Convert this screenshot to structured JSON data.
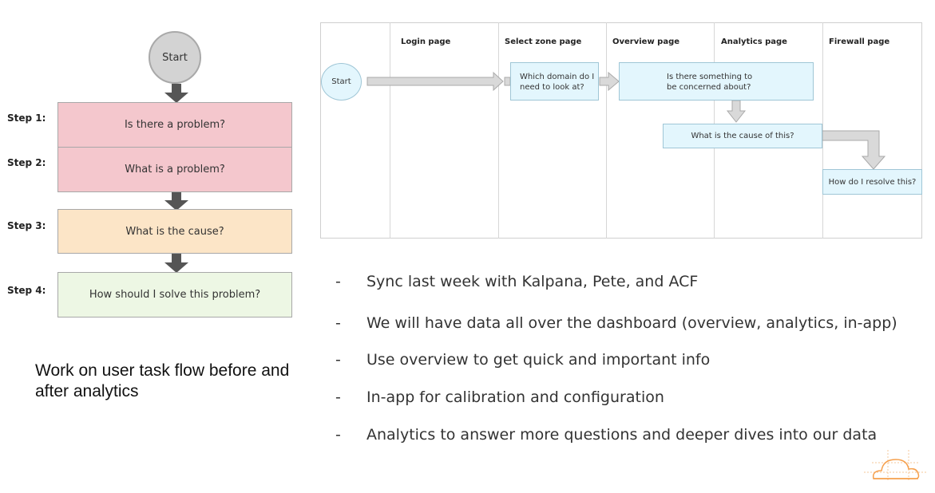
{
  "left_flow": {
    "start": "Start",
    "steps": [
      {
        "label": "Step 1:",
        "text": "Is there a problem?",
        "color": "#f4c7cd"
      },
      {
        "label": "Step 2:",
        "text": "What is a problem?",
        "color": "#f4c7cd"
      },
      {
        "label": "Step 3:",
        "text": "What is the cause?",
        "color": "#fce5c7"
      },
      {
        "label": "Step 4:",
        "text": "How should I solve this problem?",
        "color": "#edf7e4"
      }
    ],
    "caption": "Work on user task flow before and after analytics",
    "arrow_color": "#555555"
  },
  "swimlane": {
    "headers": [
      "Login page",
      "Select zone page",
      "Overview page",
      "Analytics page",
      "Firewall page"
    ],
    "start": "Start",
    "boxes": {
      "which_domain": "Which domain do I need to look at?",
      "concerned": "Is there something to be concerned about?",
      "cause": "What is the cause of this?",
      "resolve": "How do I resolve this?"
    },
    "box_fill": "#e3f6fd",
    "arrow_fill": "#d9d9d9"
  },
  "bullets": [
    "Sync last week with Kalpana, Pete, and ACF",
    "We will have data all over the dashboard (overview, analytics, in-app)",
    "Use overview to get quick and important info",
    "In-app for calibration and configuration",
    "Analytics to answer more questions and deeper dives into our data"
  ],
  "bullet_marker": "-",
  "logo": {
    "name": "cloud-logo-icon",
    "color": "#f6a04d"
  }
}
